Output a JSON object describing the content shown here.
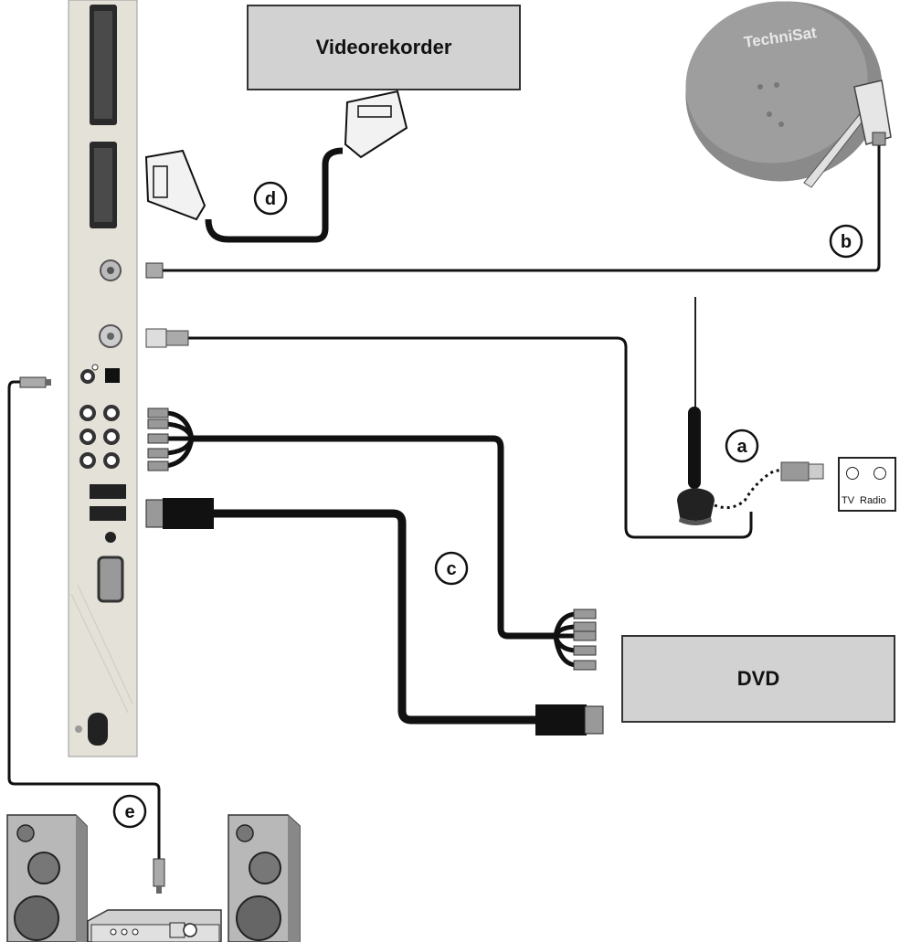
{
  "devices": {
    "videorecorder_label": "Videorekorder",
    "dvd_label": "DVD",
    "dish_brand": "TechniSat"
  },
  "wall_socket": {
    "tv_label": "TV",
    "radio_label": "Radio"
  },
  "connection_labels": {
    "a": "a",
    "b": "b",
    "c": "c",
    "d": "d",
    "e": "e"
  },
  "colors": {
    "cable": "#111111",
    "device_fill": "#d2d2d2",
    "panel_fill": "#e4e1d8",
    "dish": "#8a8a8a"
  }
}
